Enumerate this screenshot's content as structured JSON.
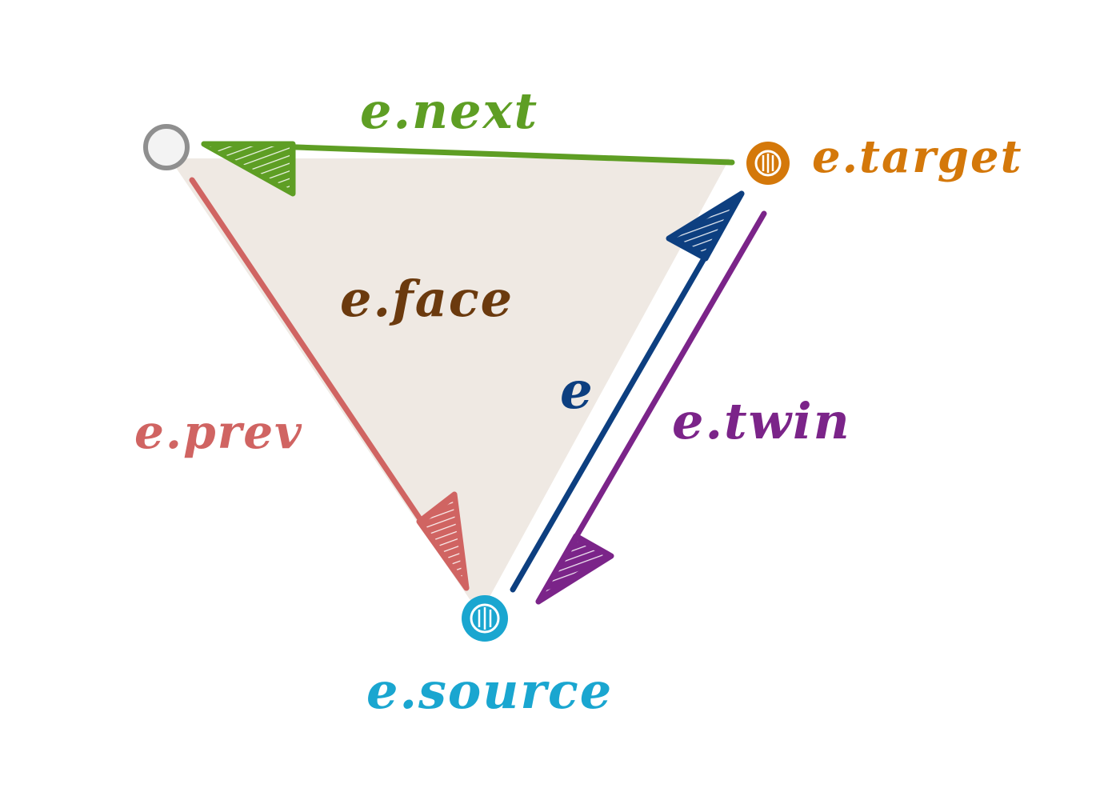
{
  "labels": {
    "next": "e.next",
    "target": "e.target",
    "face": "e.face",
    "edge": "e",
    "twin": "e.twin",
    "prev": "e.prev",
    "source": "e.source"
  },
  "colors": {
    "next": "#5e9e24",
    "target": "#d4780a",
    "face": "#6b3a0e",
    "edge": "#0d3f80",
    "twin": "#7b2489",
    "prev": "#d06462",
    "source": "#1aa6d0",
    "unnamed_vertex": "#8f8f8f",
    "face_fill": "#efe9e3"
  }
}
